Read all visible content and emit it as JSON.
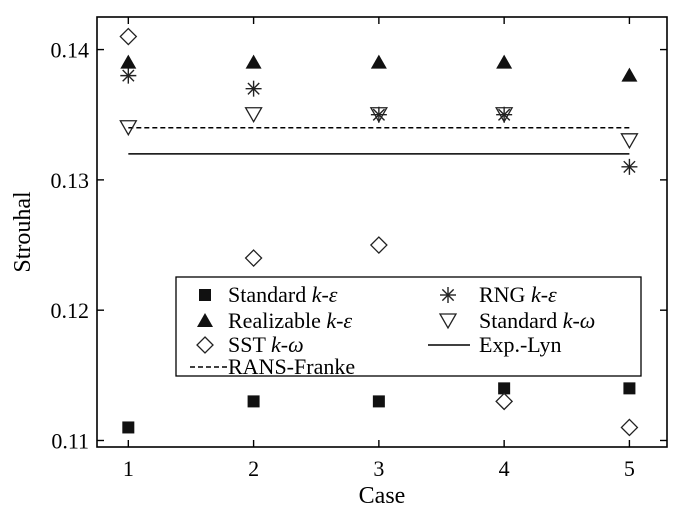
{
  "chart_data": {
    "type": "scatter",
    "title": "",
    "xlabel": "Case",
    "ylabel": "Strouhal",
    "xlim": [
      0.75,
      5.3
    ],
    "ylim": [
      0.1095,
      0.1425
    ],
    "xticks": [
      1,
      2,
      3,
      4,
      5
    ],
    "yticks": [
      0.11,
      0.12,
      0.13,
      0.14
    ],
    "xtick_labels": [
      "1",
      "2",
      "3",
      "4",
      "5"
    ],
    "ytick_labels": [
      "0.11",
      "0.12",
      "0.13",
      "0.14"
    ],
    "grid": false,
    "legend_position": "center-bottom",
    "series": [
      {
        "name": "Standard k-ε",
        "name_plain": "Standard ",
        "name_italic": "k-ε",
        "marker": "filled-square",
        "x": [
          1,
          2,
          3,
          4,
          5
        ],
        "y": [
          0.111,
          0.113,
          0.113,
          0.114,
          0.114
        ]
      },
      {
        "name": "RNG k-ε",
        "name_plain": "RNG ",
        "name_italic": "k-ε",
        "marker": "asterisk",
        "x": [
          1,
          2,
          3,
          4,
          5
        ],
        "y": [
          0.138,
          0.137,
          0.135,
          0.135,
          0.131
        ]
      },
      {
        "name": "Realizable k-ε",
        "name_plain": "Realizable ",
        "name_italic": "k-ε",
        "marker": "filled-triangle",
        "x": [
          1,
          2,
          3,
          4,
          5
        ],
        "y": [
          0.139,
          0.139,
          0.139,
          0.139,
          0.138
        ]
      },
      {
        "name": "Standard k-ω",
        "name_plain": "Standard ",
        "name_italic": "k-ω",
        "marker": "open-triangle-down",
        "x": [
          1,
          2,
          3,
          4,
          5
        ],
        "y": [
          0.134,
          0.135,
          0.135,
          0.135,
          0.133
        ]
      },
      {
        "name": "SST k-ω",
        "name_plain": "SST ",
        "name_italic": "k-ω",
        "marker": "open-diamond",
        "x": [
          1,
          2,
          3,
          4,
          5
        ],
        "y": [
          0.141,
          0.124,
          0.125,
          0.113,
          0.111
        ]
      },
      {
        "name": "Exp.-Lyn",
        "name_plain": "Exp.-Lyn",
        "name_italic": "",
        "marker": "solid-line",
        "x": [
          1,
          5
        ],
        "y": [
          0.132,
          0.132
        ]
      },
      {
        "name": "RANS-Franke",
        "name_plain": "RANS-Franke",
        "name_italic": "",
        "marker": "dashed-line",
        "x": [
          1,
          5
        ],
        "y": [
          0.134,
          0.134
        ]
      }
    ]
  }
}
